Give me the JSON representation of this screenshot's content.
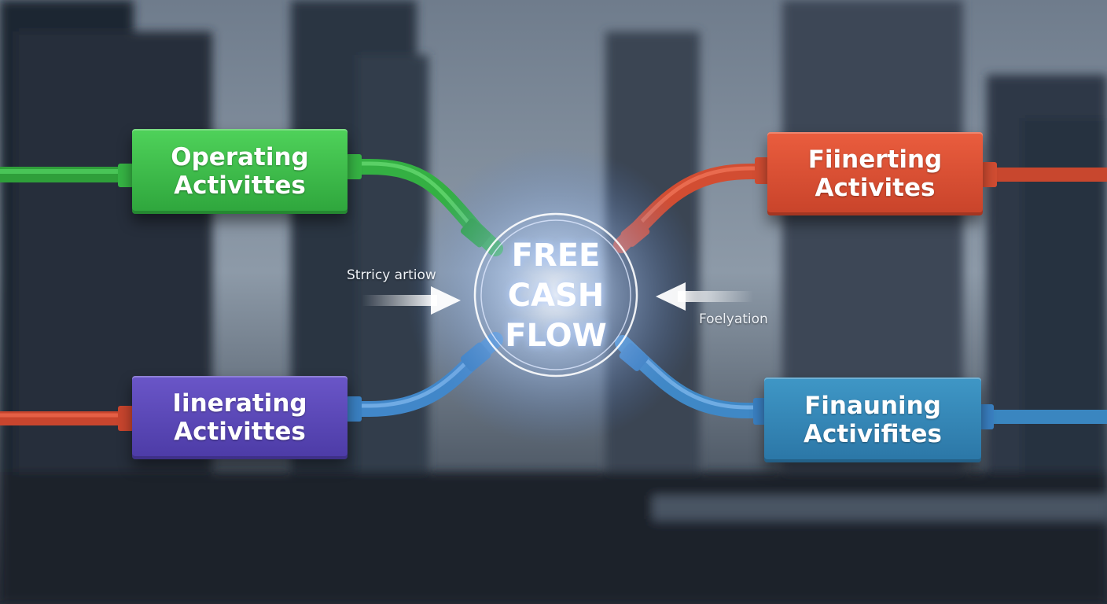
{
  "nodes": {
    "operating": {
      "label": "Operating\nActivittes",
      "color": "#3cbf4a"
    },
    "financing_top": {
      "label": "Fiinerting\nActivites",
      "color": "#e0553a"
    },
    "investing": {
      "label": "Iinerating\nActivittes",
      "color": "#5a48b8"
    },
    "financing_bottom": {
      "label": "Finauning\nActivifites",
      "color": "#3688b8"
    }
  },
  "center": {
    "label": "FREE\nCASH\nFLOW"
  },
  "arrows": {
    "left_label": "Strricy artiow",
    "right_label": "Foelyation"
  },
  "colors": {
    "green": "#3cbf4a",
    "red": "#d9553a",
    "blue": "#4d8fd0"
  }
}
